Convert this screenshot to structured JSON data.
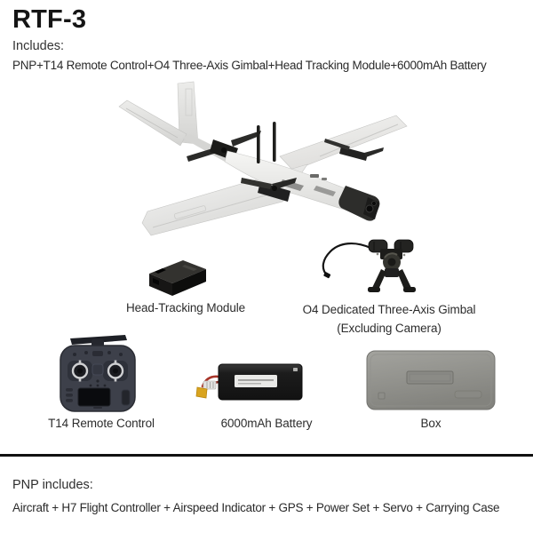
{
  "header": {
    "title": "RTF-3",
    "includes_label": "Includes:",
    "includes_line": "PNP+T14 Remote Control+O4 Three-Axis Gimbal+Head Tracking Module+6000mAh Battery"
  },
  "items": {
    "head_tracking": {
      "label": "Head-Tracking Module"
    },
    "gimbal": {
      "label_line1": "O4 Dedicated  Three-Axis Gimbal",
      "label_line2": "(Excluding Camera)"
    },
    "remote": {
      "label": "T14 Remote Control"
    },
    "battery": {
      "label": "6000mAh Battery"
    },
    "box": {
      "label": "Box"
    }
  },
  "footer": {
    "pnp_label": "PNP includes:",
    "pnp_line": "Aircraft + H7 Flight Controller + Airspeed Indicator + GPS + Power Set + Servo + Carrying Case"
  },
  "colors": {
    "text": "#1f1f1f",
    "divider": "#111111",
    "accent_yellow": "#d9a41f",
    "accent_red": "#a8352a"
  }
}
